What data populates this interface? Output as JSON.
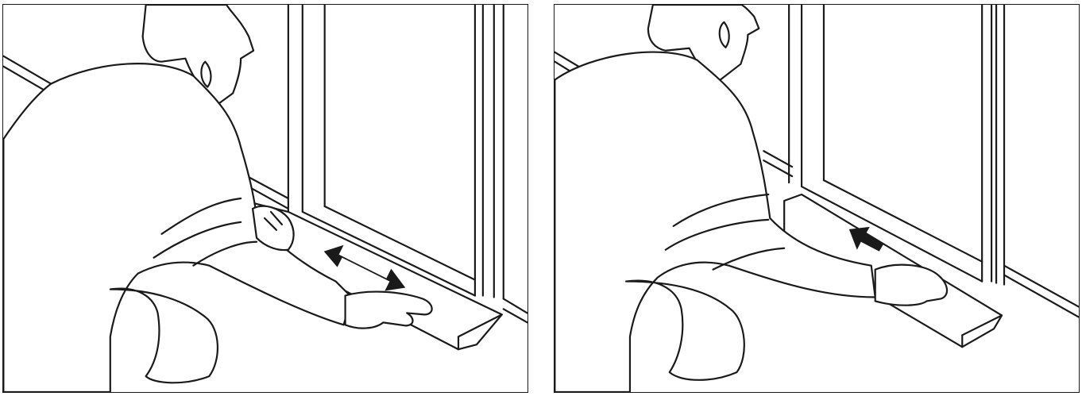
{
  "panels": [
    {
      "id": "left",
      "motion": "double-arrow-slide-back-and-forth",
      "icons": [
        "double-headed-arrow-icon"
      ]
    },
    {
      "id": "right",
      "motion": "single-arrow-push-toward-left",
      "icons": [
        "left-arrow-icon"
      ]
    }
  ],
  "colors": {
    "line": "#1a1a1a",
    "background": "#ffffff"
  }
}
